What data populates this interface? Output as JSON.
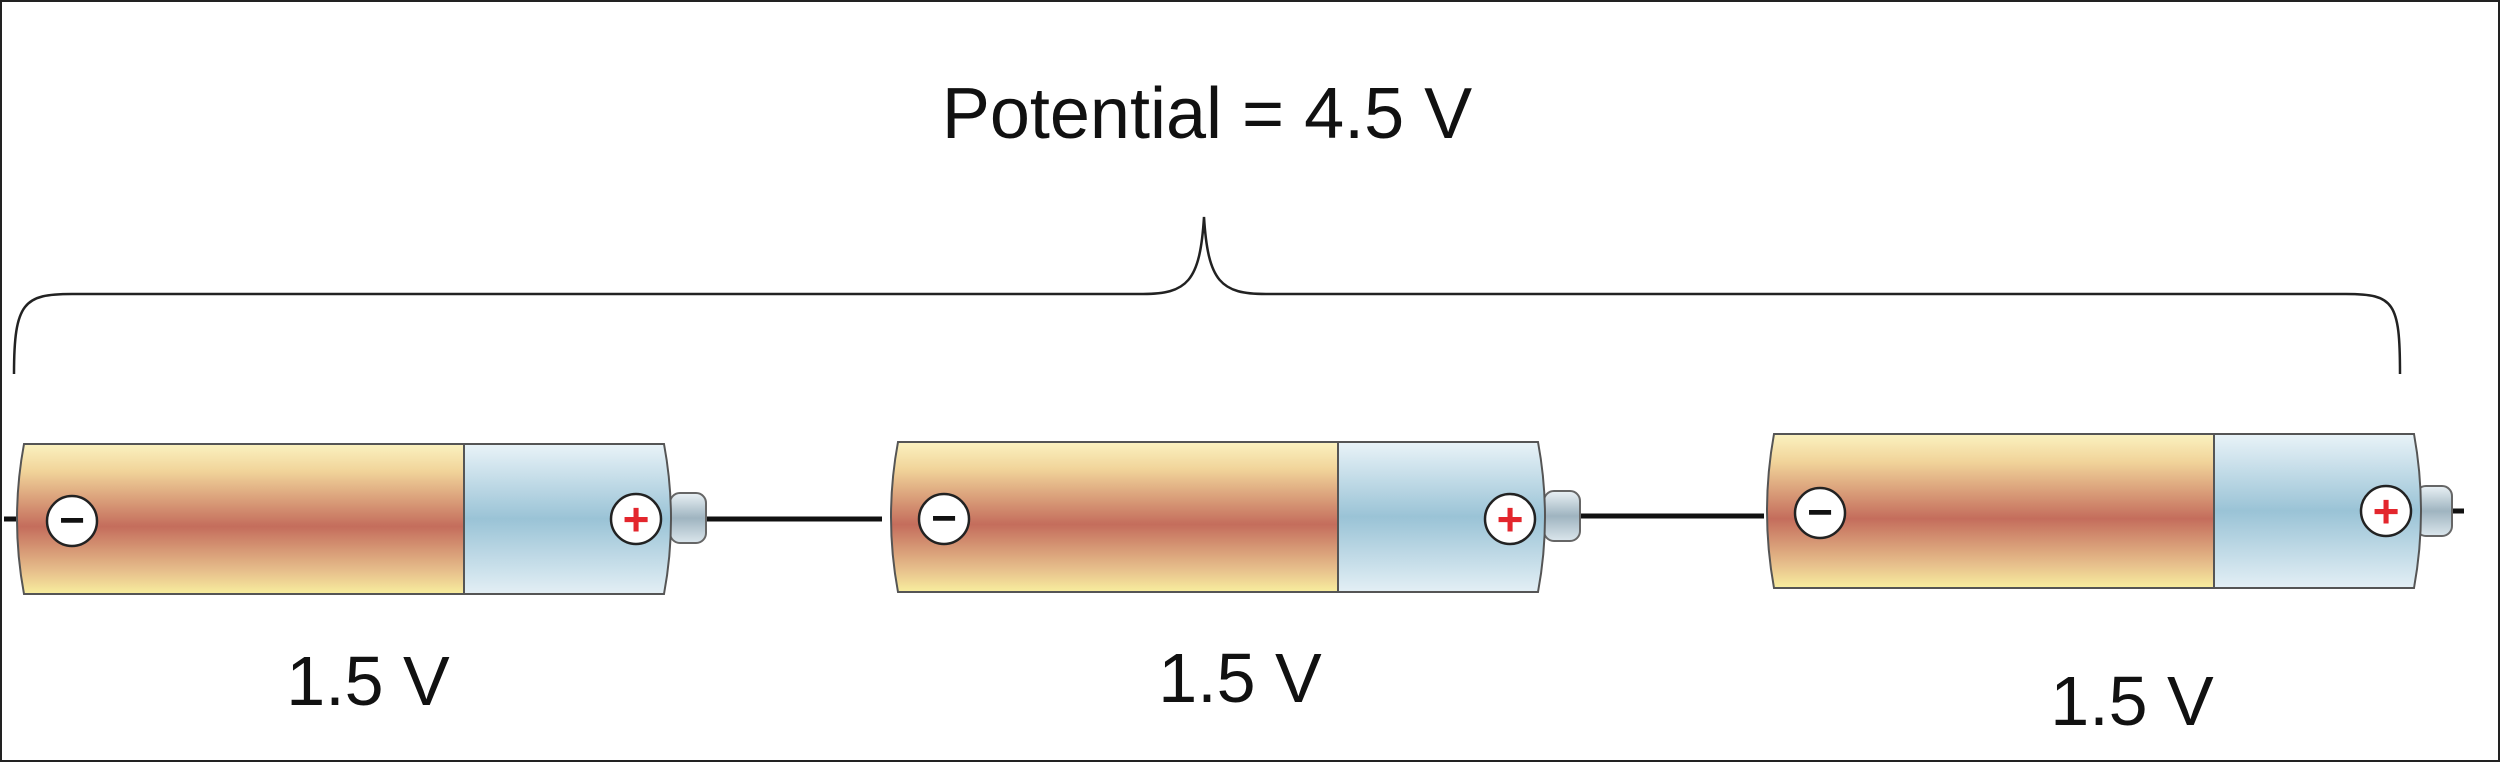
{
  "total_label": "Potential = 4.5 V",
  "batteries": [
    {
      "voltage_label": "1.5 V",
      "negative_symbol": "−",
      "positive_symbol": "+"
    },
    {
      "voltage_label": "1.5 V",
      "negative_symbol": "−",
      "positive_symbol": "+"
    },
    {
      "voltage_label": "1.5 V",
      "negative_symbol": "−",
      "positive_symbol": "+"
    }
  ],
  "colors": {
    "body_outer": "#f9e9a6",
    "body_mid": "#c9735f",
    "cap_light": "#e8f2f7",
    "cap_mid": "#9fc8da",
    "terminal": "#b7c9d3",
    "wire": "#111111",
    "plus_sign": "#e3262d",
    "outline": "#555555"
  }
}
